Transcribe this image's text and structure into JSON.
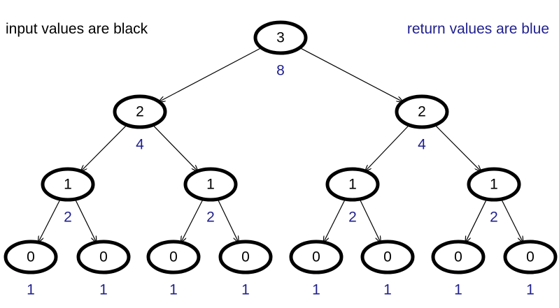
{
  "legend": {
    "input_label": "input values are black",
    "return_label": "return values are blue"
  },
  "colors": {
    "input": "#000000",
    "return": "#1f1f8f",
    "node_fill": "#ffffff",
    "node_stroke": "#000000"
  },
  "tree": {
    "nodes": [
      {
        "id": "n0",
        "input": "3",
        "return": "8"
      },
      {
        "id": "n1",
        "input": "2",
        "return": "4"
      },
      {
        "id": "n2",
        "input": "2",
        "return": "4"
      },
      {
        "id": "n3",
        "input": "1",
        "return": "2"
      },
      {
        "id": "n4",
        "input": "1",
        "return": "2"
      },
      {
        "id": "n5",
        "input": "1",
        "return": "2"
      },
      {
        "id": "n6",
        "input": "1",
        "return": "2"
      },
      {
        "id": "n7",
        "input": "0",
        "return": "1"
      },
      {
        "id": "n8",
        "input": "0",
        "return": "1"
      },
      {
        "id": "n9",
        "input": "0",
        "return": "1"
      },
      {
        "id": "n10",
        "input": "0",
        "return": "1"
      },
      {
        "id": "n11",
        "input": "0",
        "return": "1"
      },
      {
        "id": "n12",
        "input": "0",
        "return": "1"
      },
      {
        "id": "n13",
        "input": "0",
        "return": "1"
      },
      {
        "id": "n14",
        "input": "0",
        "return": "1"
      }
    ],
    "edges": [
      {
        "from": "n0",
        "to": "n1"
      },
      {
        "from": "n0",
        "to": "n2"
      },
      {
        "from": "n1",
        "to": "n3"
      },
      {
        "from": "n1",
        "to": "n4"
      },
      {
        "from": "n2",
        "to": "n5"
      },
      {
        "from": "n2",
        "to": "n6"
      },
      {
        "from": "n3",
        "to": "n7"
      },
      {
        "from": "n3",
        "to": "n8"
      },
      {
        "from": "n4",
        "to": "n9"
      },
      {
        "from": "n4",
        "to": "n10"
      },
      {
        "from": "n5",
        "to": "n11"
      },
      {
        "from": "n5",
        "to": "n12"
      },
      {
        "from": "n6",
        "to": "n13"
      },
      {
        "from": "n6",
        "to": "n14"
      }
    ]
  }
}
